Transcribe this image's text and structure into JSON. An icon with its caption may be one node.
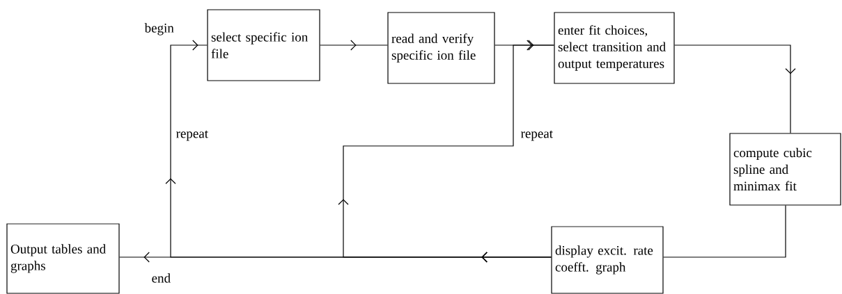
{
  "diagram": {
    "nodes": [
      {
        "text": [
          "select specific ion file"
        ]
      },
      {
        "text": [
          "read and verify specific ion file"
        ]
      },
      {
        "text": [
          "enter fit choices, select transition and output temperatures"
        ]
      },
      {
        "text": [
          "compute cubic spline and minimax fit"
        ]
      },
      {
        "text": [
          "display excit. rate coefft. graph"
        ]
      },
      {
        "text": [
          "Output tables and graphs"
        ]
      }
    ],
    "edges": [
      {
        "from": 0,
        "to": 1,
        "arrow": "to"
      },
      {
        "from": 1,
        "to": 2,
        "arrow": "to"
      },
      {
        "from": 2,
        "to": 3,
        "arrow": "to"
      },
      {
        "from": 3,
        "to": 4,
        "arrow": "none"
      },
      {
        "from": 4,
        "to": 5,
        "arrow": "to"
      },
      {
        "from": 4,
        "to": 0,
        "arrow": "to",
        "label": "repeat"
      },
      {
        "from": 4,
        "to": 2,
        "arrow": "to",
        "label": "repeat"
      }
    ],
    "labels": [
      "begin",
      "end"
    ]
  }
}
